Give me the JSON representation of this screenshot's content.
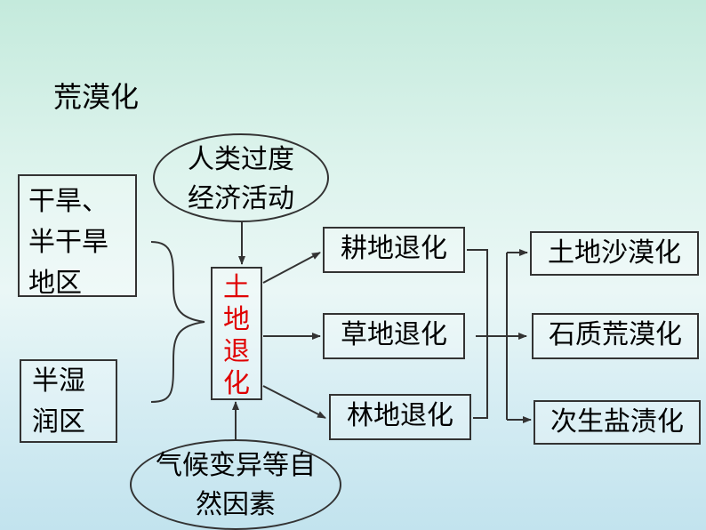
{
  "title": "荒漠化",
  "left_boxes": {
    "arid": [
      "干旱、",
      "半干旱",
      "地区"
    ],
    "humid": [
      "半湿",
      "润区"
    ]
  },
  "top_ellipse": [
    "人类过度",
    "经济活动"
  ],
  "bottom_ellipse": [
    "气候变异等自",
    "然因素"
  ],
  "center": [
    "土",
    "地",
    "退",
    "化"
  ],
  "middle_boxes": [
    "耕地退化",
    "草地退化",
    "林地退化"
  ],
  "right_boxes": [
    "土地沙漠化",
    "石质荒漠化",
    "次生盐渍化"
  ],
  "colors": {
    "center_text": "#e00000",
    "line": "#333333"
  }
}
